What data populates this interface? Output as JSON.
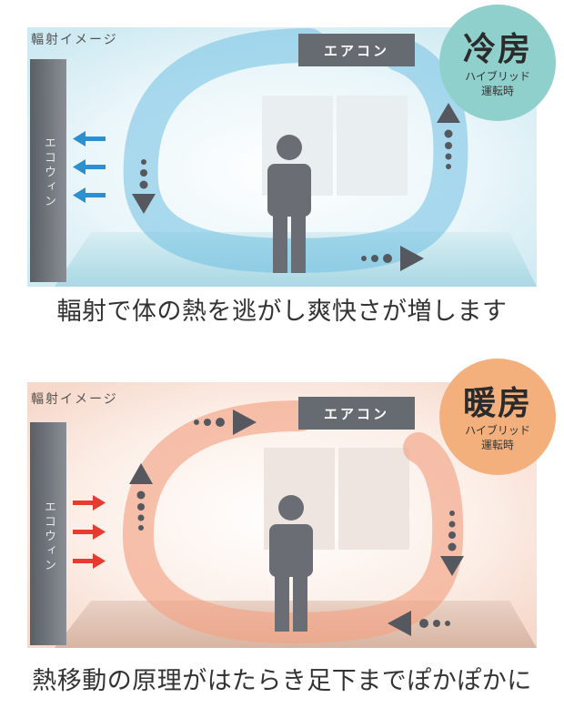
{
  "cooling": {
    "image_label": "輻射イメージ",
    "ac_label": "エアコン",
    "wall_label": "エコウィン",
    "badge_title": "冷房",
    "badge_line1": "ハイブリッド",
    "badge_line2": "運転時",
    "caption": "輻射で体の熱を逃がし爽快さが増します",
    "colors": {
      "badge": "#8fd0cc",
      "flow": "#4fb0d8",
      "wall_arrow": "#2b8fd0",
      "floor": "#bfe3ea"
    }
  },
  "heating": {
    "image_label": "輻射イメージ",
    "ac_label": "エアコン",
    "wall_label": "エコウィン",
    "badge_title": "暖房",
    "badge_line1": "ハイブリッド",
    "badge_line2": "運転時",
    "caption": "熱移動の原理がはたらき足下までぽかぽかに",
    "colors": {
      "badge": "#f3b07c",
      "flow": "#f09070",
      "wall_arrow": "#e83a2e",
      "floor": "#e8c8b8"
    }
  }
}
